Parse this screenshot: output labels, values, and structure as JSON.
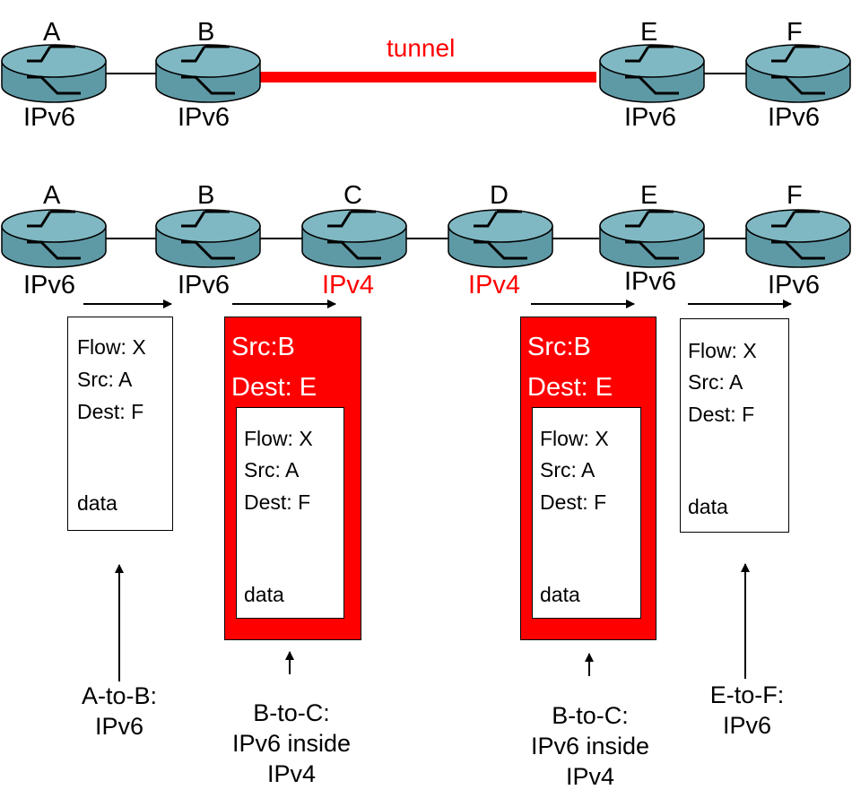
{
  "top_row": {
    "tunnel_label": "tunnel",
    "routers": [
      {
        "name": "A",
        "proto": "IPv6"
      },
      {
        "name": "B",
        "proto": "IPv6"
      },
      {
        "name": "E",
        "proto": "IPv6"
      },
      {
        "name": "F",
        "proto": "IPv6"
      }
    ]
  },
  "bottom_row": {
    "routers": [
      {
        "name": "A",
        "proto": "IPv6"
      },
      {
        "name": "B",
        "proto": "IPv6"
      },
      {
        "name": "C",
        "proto": "IPv4"
      },
      {
        "name": "D",
        "proto": "IPv4"
      },
      {
        "name": "E",
        "proto": "IPv6"
      },
      {
        "name": "F",
        "proto": "IPv6"
      }
    ]
  },
  "packets": [
    {
      "flow": "Flow: X",
      "src": "Src: A",
      "dest": "Dest: F",
      "data": "data",
      "caption": [
        "A-to-B:",
        "IPv6"
      ]
    },
    {
      "outer_src": "Src:B",
      "outer_dest": "Dest: E",
      "flow": "Flow: X",
      "src": "Src: A",
      "dest": "Dest: F",
      "data": "data",
      "caption": [
        "B-to-C:",
        "IPv6 inside",
        "IPv4"
      ]
    },
    {
      "outer_src": "Src:B",
      "outer_dest": "Dest: E",
      "flow": "Flow: X",
      "src": "Src: A",
      "dest": "Dest: F",
      "data": "data",
      "caption": [
        "B-to-C:",
        "IPv6 inside",
        "IPv4"
      ]
    },
    {
      "flow": "Flow: X",
      "src": "Src: A",
      "dest": "Dest: F",
      "data": "data",
      "caption": [
        "E-to-F:",
        "IPv6"
      ]
    }
  ],
  "colors": {
    "router_fill": "#6aaab6",
    "router_edge": "#000000",
    "tunnel": "#ff0000",
    "ipv4_label": "#ff0000",
    "encap": "#ff0000"
  }
}
